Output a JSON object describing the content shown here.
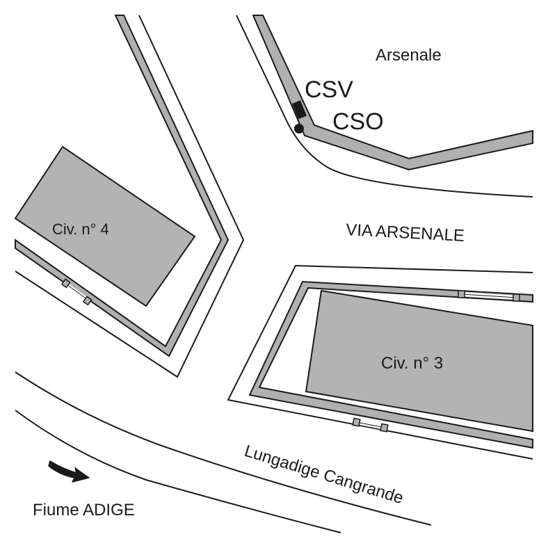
{
  "map": {
    "labels": {
      "arsenale": "Arsenale",
      "csv": "CSV",
      "cso": "CSO",
      "via_arsenale": "VIA ARSENALE",
      "civ4": "Civ. n° 4",
      "civ3": "Civ. n° 3",
      "lungadige": "Lungadige Cangrande",
      "fiume": "Fiume ADIGE"
    },
    "colors": {
      "line": "#1a1a1a",
      "wall_fill": "#b0b0b0",
      "building_fill": "#b3b3b3",
      "background": "#ffffff"
    },
    "icons": {
      "csv_marker": "filled-rectangle",
      "cso_marker": "filled-circle",
      "flow_direction": "curved-arrow"
    }
  }
}
